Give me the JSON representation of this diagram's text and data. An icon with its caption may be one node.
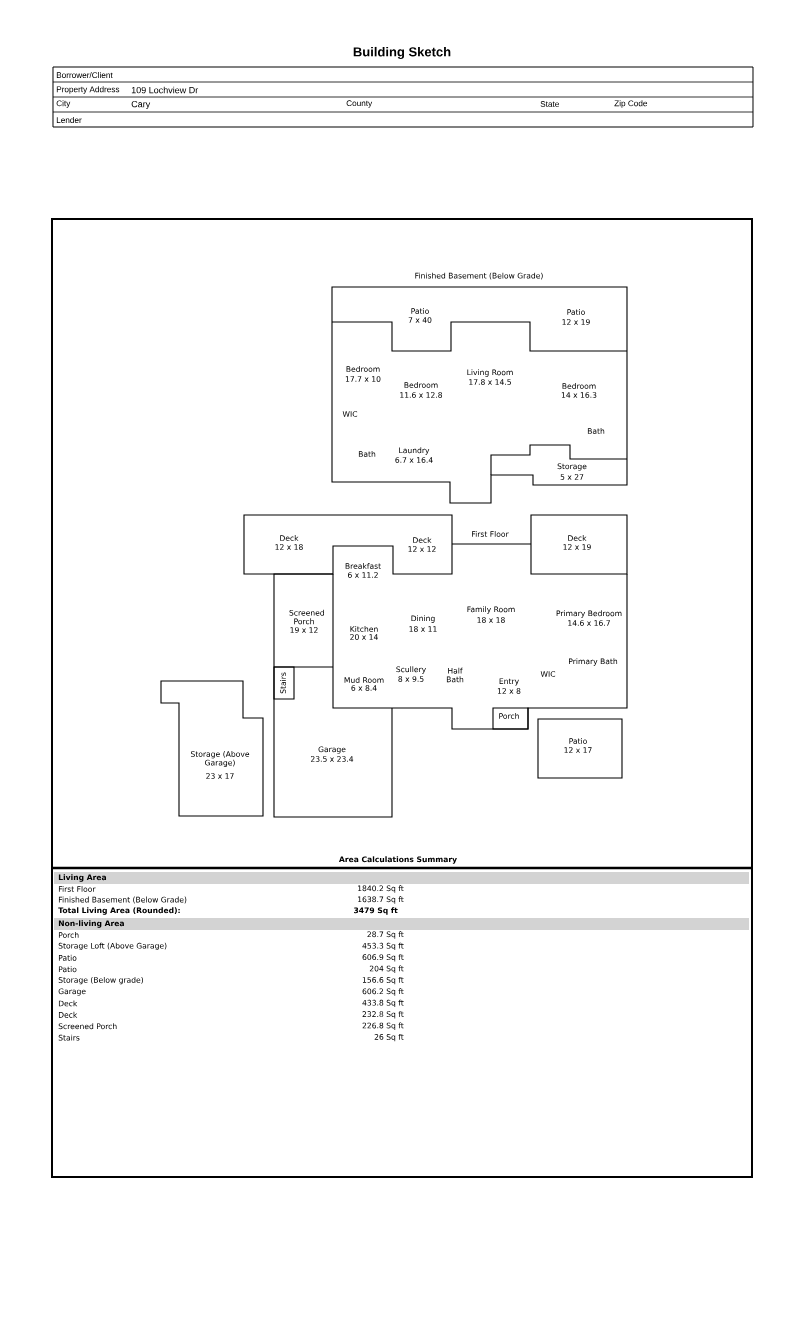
{
  "diagram": {
    "title": "Building Sketch",
    "labels": [
      "Borrower/Client",
      "Property Address",
      "109 Lochview Dr",
      "City",
      "Cary",
      "County",
      "State",
      "Zip Code",
      "Lender",
      "Finished Basement (Below Grade)",
      "Patio",
      "7 x 40",
      "Patio",
      "12 x 19",
      "Bedroom",
      "17.7 x 10",
      "Bedroom",
      "11.6 x 12.8",
      "Living Room",
      "17.8 x 14.5",
      "Bedroom",
      "14 x 16.3",
      "WIC",
      "Bath",
      "Bath",
      "Laundry",
      "6.7 x 16.4",
      "Storage",
      "5 x 27",
      "Deck",
      "12 x 18",
      "Deck",
      "12 x 12",
      "First Floor",
      "Deck",
      "12 x 19",
      "Breakfast",
      "6 x 11.2",
      "Screened Porch",
      "19 x 12",
      "Kitchen",
      "20 x 14",
      "Dining",
      "18 x 11",
      "Family Room",
      "18 x 18",
      "Primary Bedroom",
      "14.6 x 16.7",
      "Primary Bath",
      "Stairs",
      "Mud Room",
      "6 x 8.4",
      "Scullery",
      "8 x 9.5",
      "Half Bath",
      "WIC",
      "Entry",
      "12 x 8",
      "Porch",
      "Storage (Above Garage)",
      "23 x 17",
      "Garage",
      "23.5 x 23.4",
      "Patio",
      "12 x 17",
      "Area Calculations Summary",
      "Living Area",
      "First Floor",
      "1840.2 Sq ft",
      "Finished Basement (Below Grade)",
      "1638.7 Sq ft",
      "Total Living Area (Rounded):",
      "3479 Sq ft",
      "Non-living Area",
      "Porch",
      "28.7 Sq ft",
      "Storage Loft (Above Garage)",
      "453.3 Sq ft",
      "Patio",
      "606.9 Sq ft",
      "Patio",
      "204 Sq ft",
      "Storage (Below grade)",
      "156.6 Sq ft",
      "Garage",
      "606.2 Sq ft",
      "Deck",
      "433.8 Sq ft",
      "Deck",
      "232.8 Sq ft",
      "Screened Porch",
      "226.8 Sq ft",
      "Stairs",
      "26 Sq ft"
    ]
  }
}
